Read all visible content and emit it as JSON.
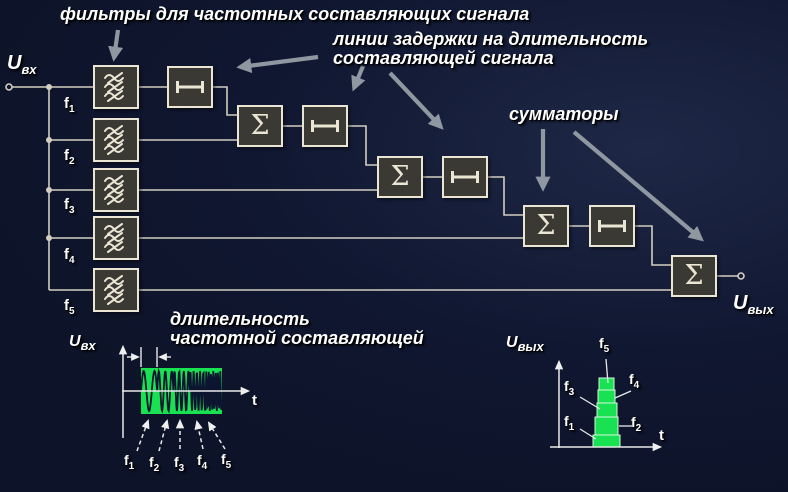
{
  "colors": {
    "background": "#101731",
    "block_fill": "#3a3933",
    "block_border": "#ebe5d3",
    "wire": "#d3cec0",
    "arrow_gray": "#8f97a1",
    "green": "#18e252",
    "text": "#ffffff"
  },
  "annotations": {
    "filters": "фильтры для частотных составляющих сигнала",
    "delays_line1": "линии задержки на длительность",
    "delays_line2": "составляющей сигнала",
    "summers": "сумматоры",
    "duration_line1": "длительность",
    "duration_line2": "частотной составляющей"
  },
  "io": {
    "input": {
      "base": "U",
      "sub": "вх"
    },
    "output": {
      "base": "U",
      "sub": "вых"
    }
  },
  "symbols": {
    "sum": "Σ",
    "time": "t"
  },
  "branches": [
    {
      "base": "f",
      "sub": "1"
    },
    {
      "base": "f",
      "sub": "2"
    },
    {
      "base": "f",
      "sub": "3"
    },
    {
      "base": "f",
      "sub": "4"
    },
    {
      "base": "f",
      "sub": "5"
    }
  ],
  "charts": {
    "input": {
      "type": "waveform",
      "y_axis": {
        "base": "U",
        "sub": "вх"
      },
      "x_axis": "t",
      "description": "burst of 5 sequential frequency components inside one pulse",
      "segments": [
        {
          "label": {
            "base": "f",
            "sub": "1"
          },
          "cycles": 1.5
        },
        {
          "label": {
            "base": "f",
            "sub": "2"
          },
          "cycles": 2.5
        },
        {
          "label": {
            "base": "f",
            "sub": "3"
          },
          "cycles": 3.5
        },
        {
          "label": {
            "base": "f",
            "sub": "4"
          },
          "cycles": 5
        },
        {
          "label": {
            "base": "f",
            "sub": "5"
          },
          "cycles": 7
        }
      ]
    },
    "output": {
      "type": "stacked-pulses",
      "y_axis": {
        "base": "U",
        "sub": "вых"
      },
      "x_axis": "t",
      "description": "compressed pulse: components stacked in time, amplitude grows",
      "steps_bottom_to_top": [
        {
          "label": {
            "base": "f",
            "sub": "1"
          }
        },
        {
          "label": {
            "base": "f",
            "sub": "2"
          }
        },
        {
          "label": {
            "base": "f",
            "sub": "3"
          }
        },
        {
          "label": {
            "base": "f",
            "sub": "4"
          }
        },
        {
          "label": {
            "base": "f",
            "sub": "5"
          }
        }
      ]
    }
  }
}
